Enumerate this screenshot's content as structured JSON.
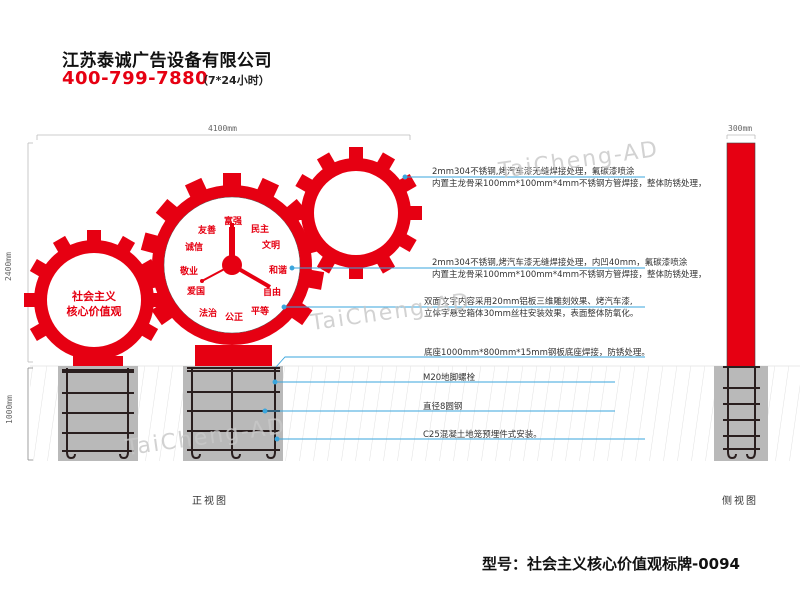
{
  "header": {
    "company": "江苏泰诚广告设备有限公司",
    "hotline": "400-799-7880",
    "hours": "（7*24小时）"
  },
  "dimensions": {
    "width": "4100mm",
    "height": "2400mm",
    "foundation_depth": "1000mm",
    "side_width": "300mm"
  },
  "sign": {
    "small_gear_text_line1": "社会主义",
    "small_gear_text_line2": "核心价值观",
    "clock_words": [
      "富强",
      "民主",
      "文明",
      "和谐",
      "自由",
      "平等",
      "公正",
      "法治",
      "爱国",
      "敬业",
      "诚信",
      "友善"
    ]
  },
  "annotations": [
    {
      "line1": "2mm304不锈钢,烤汽车漆无缝焊接处理，氟碳漆喷涂",
      "line2": "内置主龙骨采100mm*100mm*4mm不锈钢方管焊接，整体防锈处理，"
    },
    {
      "line1": "2mm304不锈钢,烤汽车漆无缝焊接处理，内凹40mm，氟碳漆喷涂",
      "line2": "内置主龙骨采100mm*100mm*4mm不锈钢方管焊接，整体防锈处理，"
    },
    {
      "line1": "双面文字内容采用20mm铝板三维雕刻效果、烤汽车漆,",
      "line2": "立体字悬空箱体30mm丝柱安装效果，表面整体防氧化。"
    },
    {
      "line1": "底座1000mm*800mm*15mm钢板底座焊接，防锈处理。"
    },
    {
      "line1": "M20地脚螺栓"
    },
    {
      "line1": "直径8圆钢"
    },
    {
      "line1": "C25混凝土地笼预埋件式安装。"
    }
  ],
  "views": {
    "front": "正视图",
    "side": "侧视图"
  },
  "model": "型号：社会主义核心价值观标牌-0094",
  "watermark": "TaiCheng-AD",
  "colors": {
    "brand_red": "#e60012",
    "concrete": "#b9b9b9",
    "leader": "#3aa6dd",
    "rebar": "#2a1f1f"
  }
}
